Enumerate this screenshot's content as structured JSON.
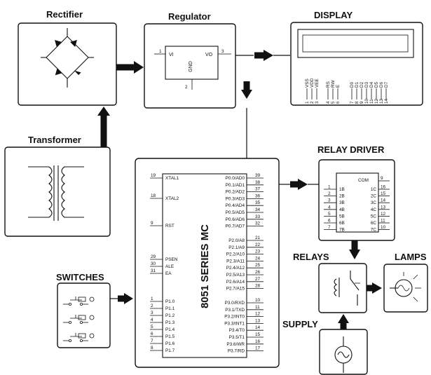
{
  "titles": {
    "rectifier": "Rectifier",
    "regulator": "Regulator",
    "display": "DISPLAY",
    "transformer": "Transformer",
    "relay_driver": "RELAY DRIVER",
    "switches": "SWITCHES",
    "relays": "RELAYS",
    "lamps": "LAMPS",
    "supply": "SUPPLY"
  },
  "regulator": {
    "vi": "VI",
    "vo": "VO",
    "gnd": "GND",
    "pin1": "1",
    "pin2": "2",
    "pin3": "3"
  },
  "display": {
    "pin_names": [
      "VSS",
      "VDD",
      "VEE",
      "RS",
      "RW",
      "E",
      "D0",
      "D1",
      "D2",
      "D3",
      "D4",
      "D5",
      "D6",
      "D7"
    ],
    "pin_numbers": [
      "1",
      "2",
      "3",
      "4",
      "5",
      "6",
      "7",
      "8",
      "9",
      "10",
      "11",
      "12",
      "13",
      "14"
    ]
  },
  "mcu": {
    "name": "8051 SERIES MC",
    "left_pins": [
      {
        "num": "19",
        "name": "XTAL1"
      },
      {
        "num": "18",
        "name": "XTAL2"
      },
      {
        "num": "9",
        "name": "RST"
      },
      {
        "num": "29",
        "name": "PSEN"
      },
      {
        "num": "30",
        "name": "ALE"
      },
      {
        "num": "31",
        "name": "EA"
      },
      {
        "num": "1",
        "name": "P1.0"
      },
      {
        "num": "2",
        "name": "P1.1"
      },
      {
        "num": "3",
        "name": "P1.2"
      },
      {
        "num": "4",
        "name": "P1.3"
      },
      {
        "num": "5",
        "name": "P1.4"
      },
      {
        "num": "6",
        "name": "P1.5"
      },
      {
        "num": "7",
        "name": "P1.6"
      },
      {
        "num": "8",
        "name": "P1.7"
      }
    ],
    "right_pins": [
      {
        "num": "39",
        "name": "P0.0/AD0"
      },
      {
        "num": "38",
        "name": "P0.1/AD1"
      },
      {
        "num": "37",
        "name": "P0.2/AD2"
      },
      {
        "num": "36",
        "name": "P0.3/AD3"
      },
      {
        "num": "35",
        "name": "P0.4/AD4"
      },
      {
        "num": "34",
        "name": "P0.5/AD5"
      },
      {
        "num": "33",
        "name": "P0.6/AD6"
      },
      {
        "num": "32",
        "name": "P0.7/AD7"
      },
      {
        "num": "21",
        "name": "P2.0/A8"
      },
      {
        "num": "22",
        "name": "P2.1/A9"
      },
      {
        "num": "23",
        "name": "P2.2/A10"
      },
      {
        "num": "24",
        "name": "P2.3/A11"
      },
      {
        "num": "25",
        "name": "P2.4/A12"
      },
      {
        "num": "26",
        "name": "P2.5/A13"
      },
      {
        "num": "27",
        "name": "P2.6/A14"
      },
      {
        "num": "28",
        "name": "P2.7/A15"
      },
      {
        "num": "10",
        "name": "P3.0/RXD"
      },
      {
        "num": "11",
        "name": "P3.1/TXD"
      },
      {
        "num": "12",
        "name": "P3.2/INT0"
      },
      {
        "num": "13",
        "name": "P3.3/INT1"
      },
      {
        "num": "14",
        "name": "P3.4/T0"
      },
      {
        "num": "15",
        "name": "P3.5/T1"
      },
      {
        "num": "16",
        "name": "P3.6/WR"
      },
      {
        "num": "17",
        "name": "P3.7/RD"
      }
    ]
  },
  "relay_driver": {
    "com": "COM",
    "com_pin": "9",
    "inputs": [
      {
        "num": "1",
        "name": "1B"
      },
      {
        "num": "2",
        "name": "2B"
      },
      {
        "num": "3",
        "name": "3B"
      },
      {
        "num": "4",
        "name": "4B"
      },
      {
        "num": "5",
        "name": "5B"
      },
      {
        "num": "6",
        "name": "6B"
      },
      {
        "num": "7",
        "name": "7B"
      }
    ],
    "outputs": [
      {
        "num": "16",
        "name": "1C"
      },
      {
        "num": "15",
        "name": "2C"
      },
      {
        "num": "14",
        "name": "3C"
      },
      {
        "num": "13",
        "name": "4C"
      },
      {
        "num": "12",
        "name": "5C"
      },
      {
        "num": "11",
        "name": "6C"
      },
      {
        "num": "10",
        "name": "7C"
      }
    ]
  }
}
